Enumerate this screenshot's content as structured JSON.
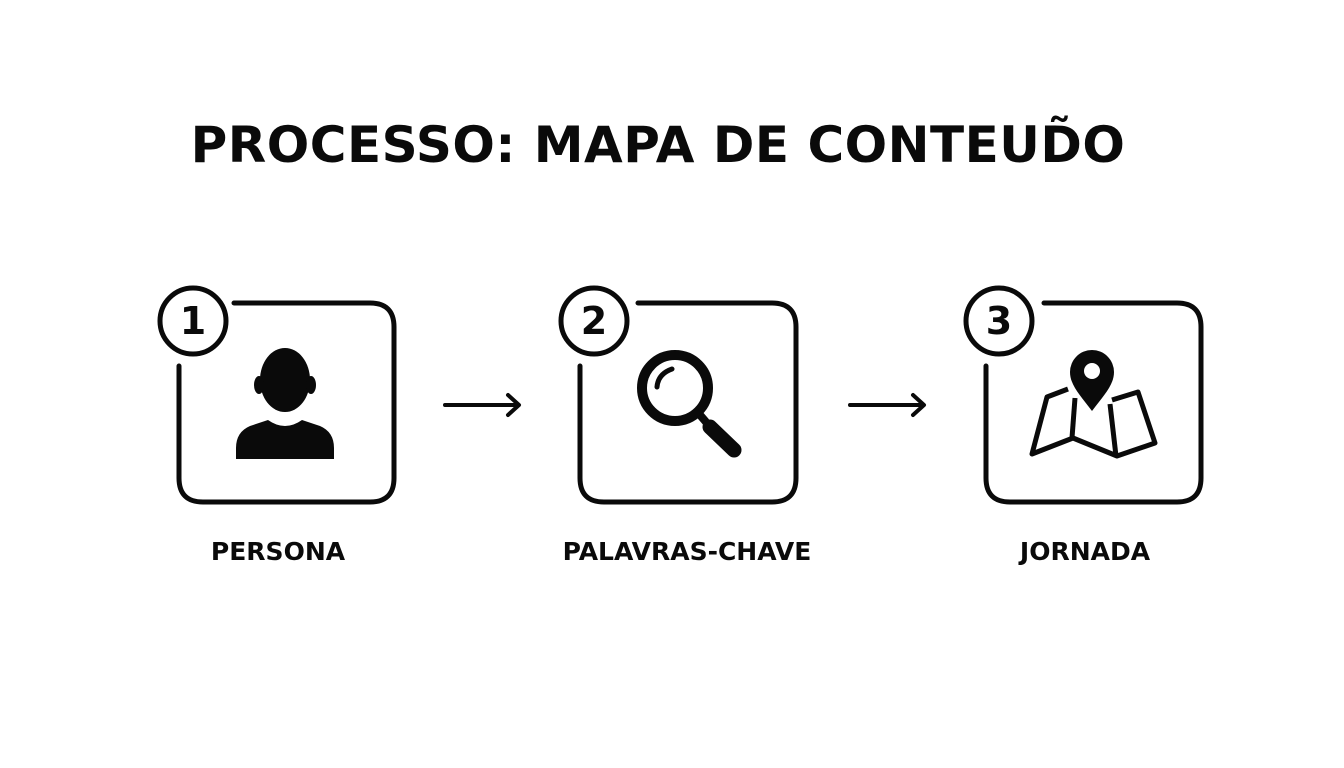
{
  "title": "PROCESSO: MAPA DE CONTEUD̃O",
  "colors": {
    "ink": "#0a0a0a",
    "background": "#ffffff"
  },
  "steps": [
    {
      "number": "1",
      "label": "PERSONA",
      "icon": "person-icon"
    },
    {
      "number": "2",
      "label": "PALAVRAS-CHAVE",
      "icon": "magnifying-glass-icon"
    },
    {
      "number": "3",
      "label": "JORNADA",
      "icon": "map-pin-icon"
    }
  ],
  "connectors": [
    {
      "from": "1",
      "to": "2",
      "icon": "arrow-right-icon"
    },
    {
      "from": "2",
      "to": "3",
      "icon": "arrow-right-icon"
    }
  ]
}
